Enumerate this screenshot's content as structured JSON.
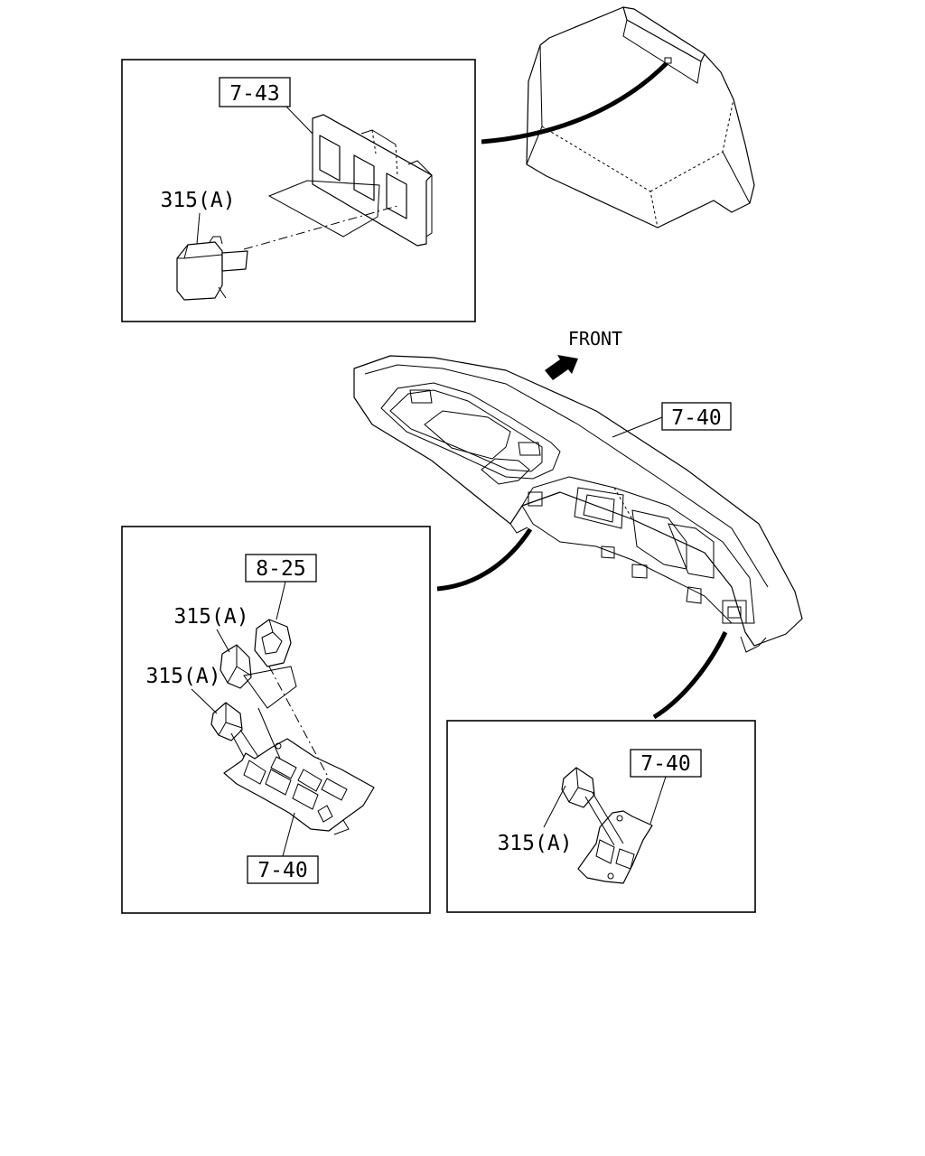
{
  "labels": {
    "ref_7_43": "7-43",
    "ref_315a_top": "315(A)",
    "front": "FRONT",
    "ref_7_40_main": "7-40",
    "ref_8_25": "8-25",
    "ref_315a_left_1": "315(A)",
    "ref_315a_left_2": "315(A)",
    "ref_7_40_left": "7-40",
    "ref_7_40_right": "7-40",
    "ref_315a_right": "315(A)"
  }
}
